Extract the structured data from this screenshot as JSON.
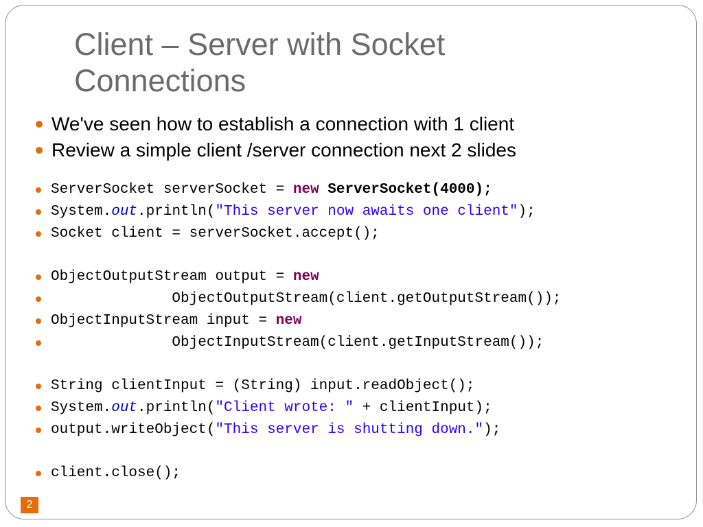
{
  "slide": {
    "title_line1": "Client – Server with Socket",
    "title_line2": "Connections",
    "bullets": [
      "We've seen how to establish a connection with 1 client",
      "Review a simple client /server connection next 2 slides"
    ],
    "code": {
      "l1_a": "ServerSocket serverSocket = ",
      "l1_kw": "new",
      "l1_b": " ServerSocket(4000);",
      "l2_a": "System.",
      "l2_out": "out",
      "l2_b": ".println(",
      "l2_str": "\"This server now awaits one client\"",
      "l2_c": ");",
      "l3": "Socket client = serverSocket.accept();",
      "l4_a": "ObjectOutputStream output = ",
      "l4_kw": "new",
      "l5": "              ObjectOutputStream(client.getOutputStream());",
      "l6_a": "ObjectInputStream input = ",
      "l6_kw": "new",
      "l7": "              ObjectInputStream(client.getInputStream());",
      "l8": "String clientInput = (String) input.readObject();",
      "l9_a": "System.",
      "l9_out": "out",
      "l9_b": ".println(",
      "l9_str": "\"Client wrote: \"",
      "l9_c": " + clientInput);",
      "l10_a": "output.writeObject(",
      "l10_str": "\"This server is shutting down.\"",
      "l10_c": ");",
      "l11": "client.close();"
    },
    "page_number": "2"
  },
  "colors": {
    "accent": "#e46c0a",
    "title": "#6b6b6b",
    "keyword": "#7f0055",
    "string": "#2a00ff",
    "field": "#0000c0"
  }
}
